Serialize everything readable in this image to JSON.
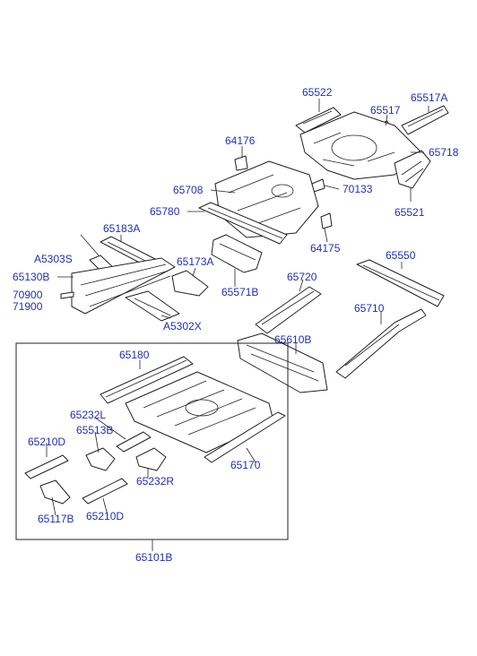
{
  "diagram": {
    "labels": [
      "65522",
      "65517A",
      "65517",
      "65718",
      "64176",
      "70133",
      "65708",
      "65780",
      "65521",
      "64175",
      "65183A",
      "A5303S",
      "65173A",
      "65550",
      "65130B",
      "65720",
      "65571B",
      "70900",
      "71900",
      "65710",
      "A5302X",
      "65610B",
      "65180",
      "65232L",
      "65513B",
      "65210D",
      "65170",
      "65232R",
      "65117B",
      "65210D",
      "65101B"
    ]
  }
}
